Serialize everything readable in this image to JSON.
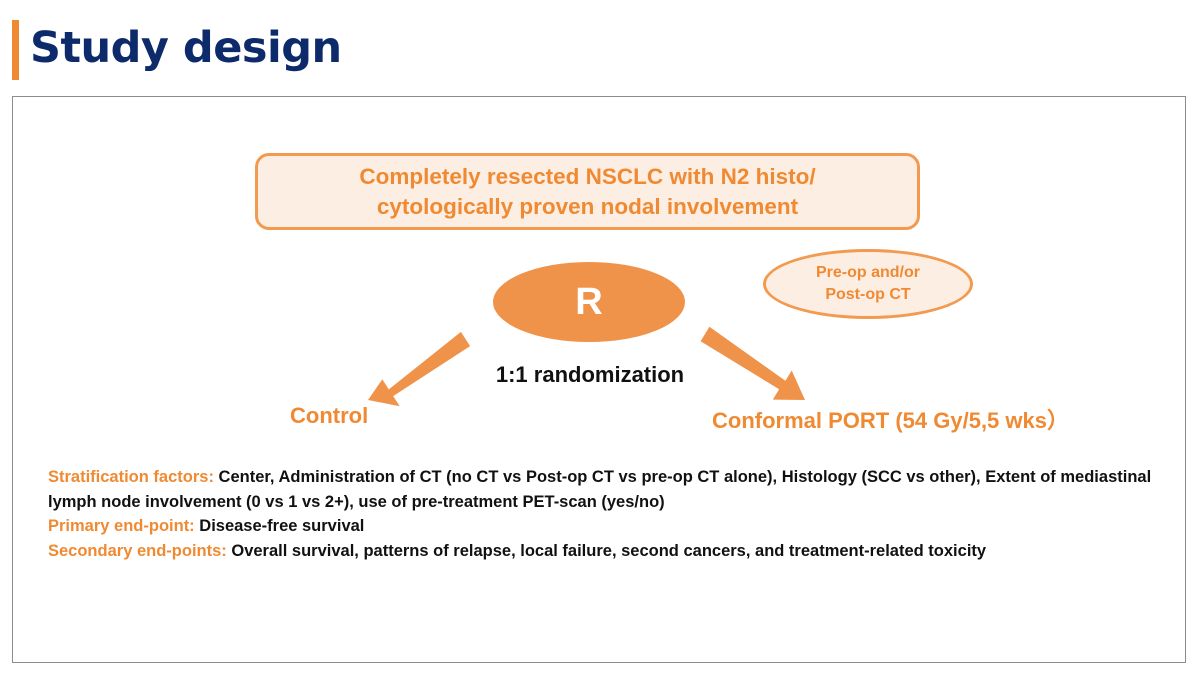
{
  "slide": {
    "title": "Study design"
  },
  "diagram": {
    "population": "Completely resected NSCLC with N2 histo/\ncytologically proven nodal involvement",
    "randomize_node": "R",
    "ct_note": "Pre-op and/or\nPost-op CT",
    "randomization_ratio": "1:1 randomization",
    "arms": {
      "control": "Control",
      "treatment": "Conformal PORT (54 Gy/5,5 wks）"
    }
  },
  "details": {
    "stratification_label": "Stratification factors:",
    "stratification_text": " Center, Administration of CT (no CT vs Post-op CT vs pre-op CT alone), Histology (SCC vs other), Extent of mediastinal lymph node involvement (0 vs 1 vs 2+), use of pre-treatment PET-scan (yes/no)",
    "primary_label": "Primary end-point:",
    "primary_text": " Disease-free survival",
    "secondary_label": "Secondary end-points:",
    "secondary_text": " Overall survival, patterns of relapse, local failure, second cancers, and treatment-related toxicity"
  },
  "colors": {
    "accent": "#F08A32",
    "title": "#0D2A6B",
    "box_fill": "#FDEEE3"
  }
}
